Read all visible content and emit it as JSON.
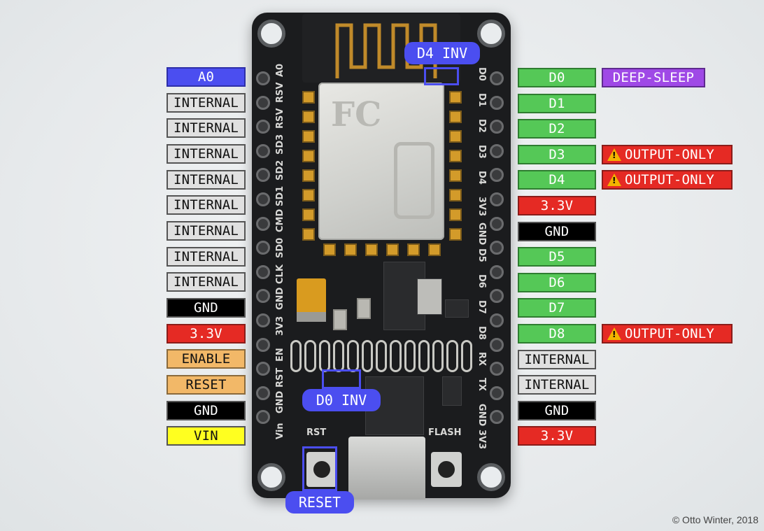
{
  "left_labels": [
    {
      "text": "A0",
      "color": "blue"
    },
    {
      "text": "INTERNAL",
      "color": "gray"
    },
    {
      "text": "INTERNAL",
      "color": "gray"
    },
    {
      "text": "INTERNAL",
      "color": "gray"
    },
    {
      "text": "INTERNAL",
      "color": "gray"
    },
    {
      "text": "INTERNAL",
      "color": "gray"
    },
    {
      "text": "INTERNAL",
      "color": "gray"
    },
    {
      "text": "INTERNAL",
      "color": "gray"
    },
    {
      "text": "INTERNAL",
      "color": "gray"
    },
    {
      "text": "GND",
      "color": "black"
    },
    {
      "text": "3.3V",
      "color": "red"
    },
    {
      "text": "ENABLE",
      "color": "orange"
    },
    {
      "text": "RESET",
      "color": "orange"
    },
    {
      "text": "GND",
      "color": "black"
    },
    {
      "text": "VIN",
      "color": "yellow"
    }
  ],
  "right_labels": [
    {
      "text": "D0",
      "color": "green"
    },
    {
      "text": "D1",
      "color": "green"
    },
    {
      "text": "D2",
      "color": "green"
    },
    {
      "text": "D3",
      "color": "green"
    },
    {
      "text": "D4",
      "color": "green"
    },
    {
      "text": "3.3V",
      "color": "red"
    },
    {
      "text": "GND",
      "color": "black"
    },
    {
      "text": "D5",
      "color": "green"
    },
    {
      "text": "D6",
      "color": "green"
    },
    {
      "text": "D7",
      "color": "green"
    },
    {
      "text": "D8",
      "color": "green"
    },
    {
      "text": "INTERNAL",
      "color": "gray"
    },
    {
      "text": "INTERNAL",
      "color": "gray"
    },
    {
      "text": "GND",
      "color": "black"
    },
    {
      "text": "3.3V",
      "color": "red"
    }
  ],
  "extra_labels": {
    "deep_sleep": "DEEP-SLEEP",
    "output_only_d3": "OUTPUT-ONLY",
    "output_only_d4": "OUTPUT-ONLY",
    "output_only_d8": "OUTPUT-ONLY"
  },
  "callouts": {
    "d4_inv": "D4 INV",
    "d0_inv": "D0 INV",
    "reset": "RESET"
  },
  "silkscreen": {
    "rst_button": "RST",
    "flash_button": "FLASH",
    "left_pins": [
      "A0",
      "RSV",
      "RSV",
      "SD3",
      "SD2",
      "SD1",
      "CMD",
      "SD0",
      "CLK",
      "GND",
      "3V3",
      "EN",
      "RST",
      "GND",
      "Vin"
    ],
    "right_pins": [
      "D0",
      "D1",
      "D2",
      "D3",
      "D4",
      "3V3",
      "GND",
      "D5",
      "D6",
      "D7",
      "D8",
      "RX",
      "TX",
      "GND",
      "3V3"
    ]
  },
  "colors": {
    "blue": "#4b4ef0",
    "gray": "#e0e0e0",
    "black": "#000000",
    "red": "#e52a24",
    "orange": "#f2b868",
    "yellow": "#ffff20",
    "green": "#55c857",
    "purple": "#9f49e6",
    "warning": "#f3b400"
  },
  "icons": {
    "warning": "warning-triangle-icon"
  },
  "copyright": "© Otto Winter, 2018"
}
